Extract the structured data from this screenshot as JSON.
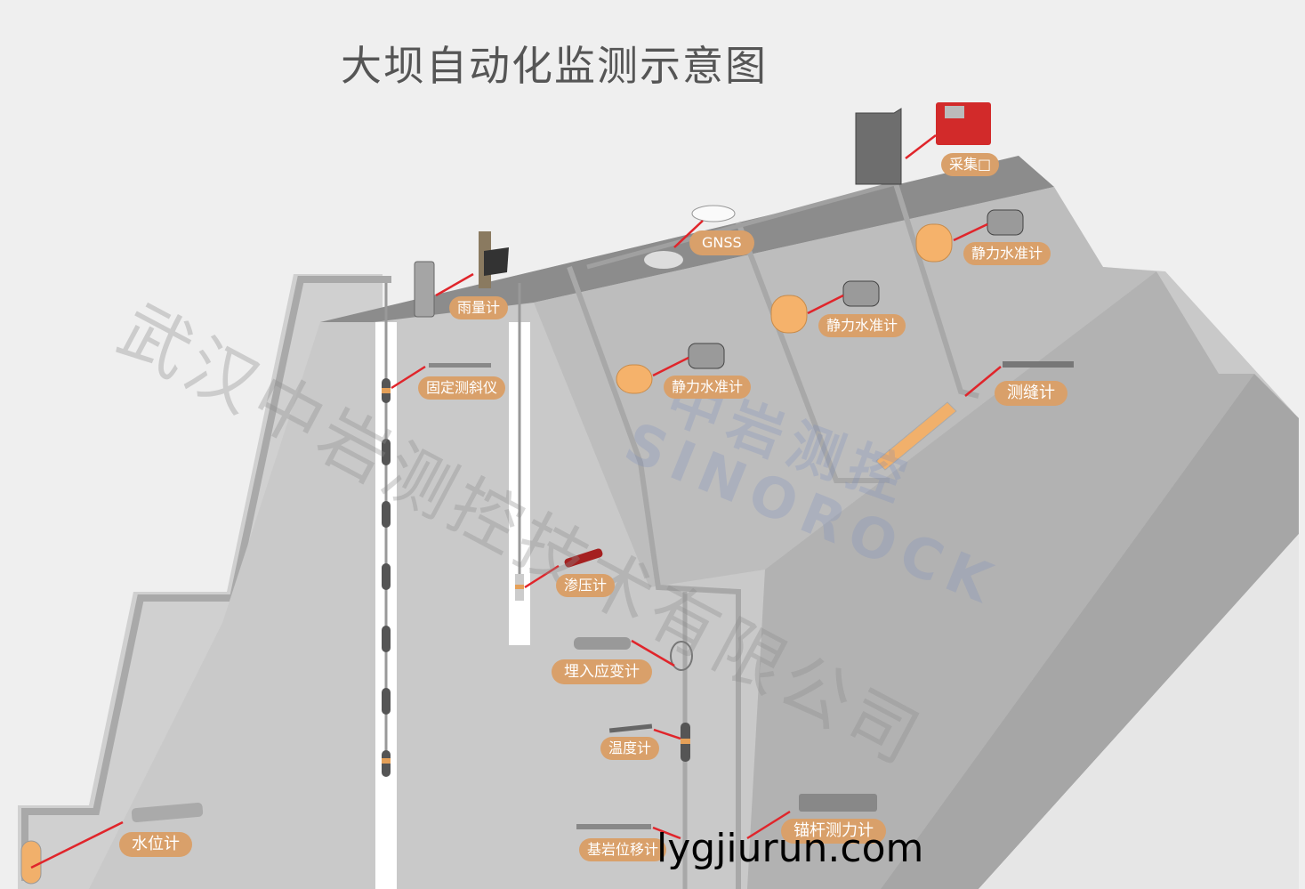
{
  "title": "大坝自动化监测示意图",
  "labels": {
    "collector": "采集□",
    "gnss": "GNSS",
    "rain_gauge": "雨量计",
    "hydrostatic_1": "静力水准计",
    "hydrostatic_2": "静力水准计",
    "hydrostatic_3": "静力水准计",
    "inclinometer": "固定测斜仪",
    "joint_meter": "测缝计",
    "piezometer": "渗压计",
    "strain_gauge": "埋入应变计",
    "thermometer": "温度计",
    "water_level": "水位计",
    "extensometer": "基岩位移计",
    "anchor_load": "锚杆测力计"
  },
  "watermark": {
    "company": "武汉中岩测控技术有限公司",
    "brand_cn": "中岩测控",
    "brand_en": "SINOROCK"
  },
  "site": "lygjiurun.com",
  "colors": {
    "pill": "#d9a06a",
    "leader": "#e0252b",
    "sensor_orange": "#f5b26b"
  }
}
